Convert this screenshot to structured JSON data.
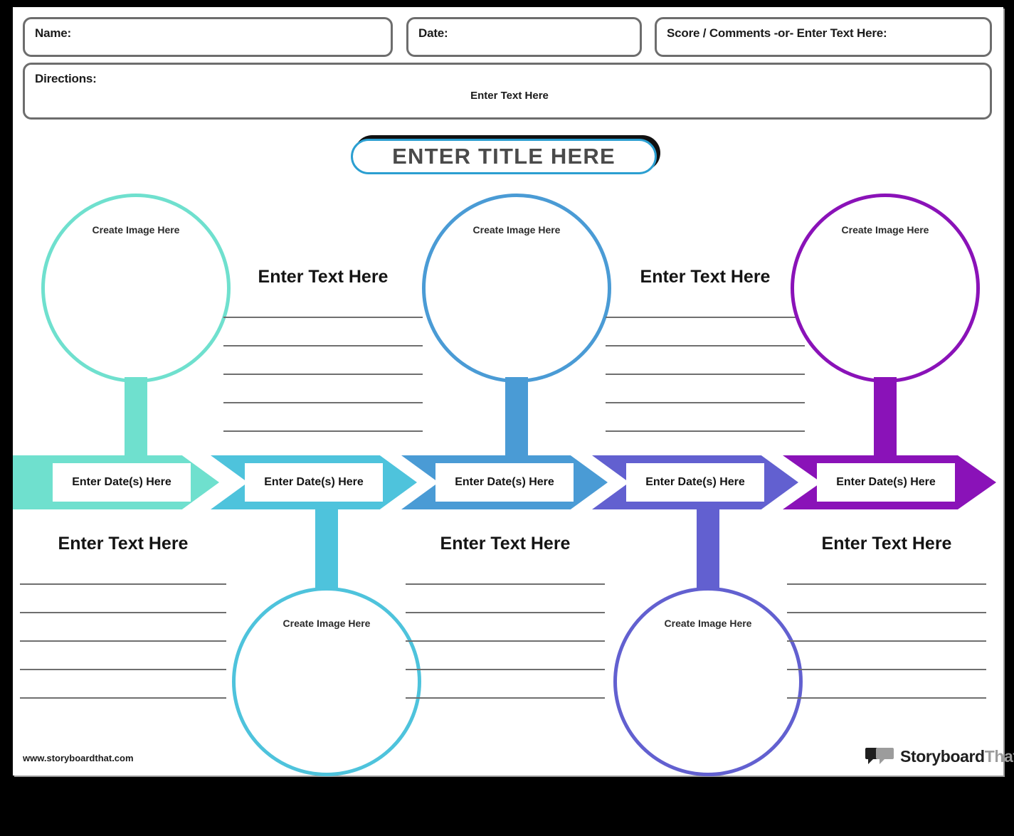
{
  "document": {
    "type": "timeline-worksheet-template",
    "brand": "StoryboardThat",
    "site_url": "www.storyboardthat.com"
  },
  "header": {
    "name_label": "Name:",
    "date_label": "Date:",
    "score_label": "Score / Comments -or- Enter Text Here:",
    "directions_label": "Directions:",
    "directions_placeholder": "Enter Text Here"
  },
  "title": {
    "text": "ENTER TITLE HERE",
    "border_color": "#2b9fd1",
    "shadow_color": "#111111",
    "text_color": "#4a4a4a"
  },
  "logo": {
    "part_one": "Storyboard",
    "part_two": "That",
    "bubble_dark": "#1f1f1f",
    "bubble_gray": "#9c9c9c"
  },
  "labels": {
    "create_image": "Create Image Here",
    "enter_text": "Enter Text Here",
    "enter_dates": "Enter Date(s) Here"
  },
  "palette": {
    "step1": "#6FE0CE",
    "step2": "#4EC3DC",
    "step3": "#4A9BD5",
    "step4": "#6260D0",
    "step5": "#8A12B8",
    "rule_line": "#6f6f6f",
    "field_border": "#6d6d6d"
  },
  "steps": [
    {
      "index": 1,
      "color": "#6FE0CE",
      "circle_position": "top",
      "text_position": "bottom",
      "image_label": "Create Image Here",
      "text_label": "Enter Text Here",
      "date_label": "Enter Date(s) Here",
      "rule_count": 5
    },
    {
      "index": 2,
      "color": "#4EC3DC",
      "circle_position": "bottom",
      "text_position": "top",
      "image_label": "Create Image Here",
      "text_label": "Enter Text Here",
      "date_label": "Enter Date(s) Here",
      "rule_count": 5
    },
    {
      "index": 3,
      "color": "#4A9BD5",
      "circle_position": "top",
      "text_position": "bottom",
      "image_label": "Create Image Here",
      "text_label": "Enter Text Here",
      "date_label": "Enter Date(s) Here",
      "rule_count": 5
    },
    {
      "index": 4,
      "color": "#6260D0",
      "circle_position": "bottom",
      "text_position": "top",
      "image_label": "Create Image Here",
      "text_label": "Enter Text Here",
      "date_label": "Enter Date(s) Here",
      "rule_count": 5
    },
    {
      "index": 5,
      "color": "#8A12B8",
      "circle_position": "top",
      "text_position": "bottom",
      "image_label": "Create Image Here",
      "text_label": "Enter Text Here",
      "date_label": "Enter Date(s) Here",
      "rule_count": 5
    }
  ]
}
